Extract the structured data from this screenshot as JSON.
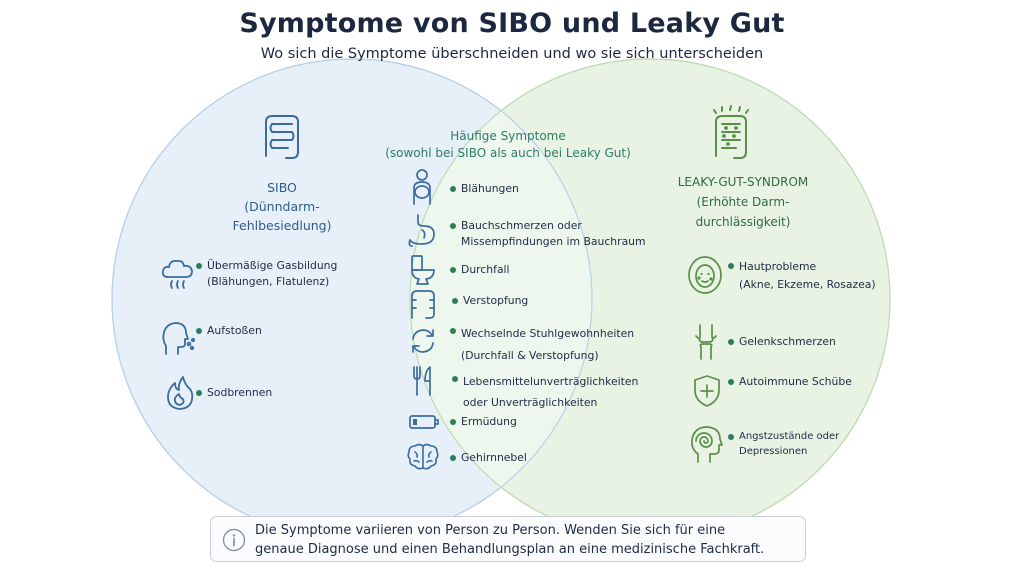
{
  "title": "Symptome von SIBO und Leaky Gut",
  "subtitle": "Wo sich die Symptome überschneiden und wo sie sich unterscheiden",
  "colors": {
    "left_circle": "#e7f0f9",
    "right_circle": "#e8f3e4",
    "overlap": "#eef7ee",
    "dot": "#2e7d5a"
  },
  "left": {
    "icon": "intestine-icon",
    "title_lines": [
      "SIBO",
      "(Dünndarm-",
      "Fehlbesiedlung)"
    ],
    "items": [
      {
        "icon": "gas-cloud-icon",
        "lines": [
          "Übermäßige Gasbildung",
          "(Blähungen, Flatulenz)"
        ]
      },
      {
        "icon": "burping-face-icon",
        "lines": [
          "Aufstoßen"
        ]
      },
      {
        "icon": "flame-icon",
        "lines": [
          "Sodbrennen"
        ]
      }
    ]
  },
  "center": {
    "title_lines": [
      "Häufige Symptome",
      "(sowohl bei SIBO als auch bei Leaky Gut)"
    ],
    "items": [
      {
        "icon": "bloated-person-icon",
        "lines": [
          "Blähungen"
        ]
      },
      {
        "icon": "stomach-icon",
        "lines": [
          "Bauchschmerzen oder",
          "Missempfindungen im Bauchraum"
        ]
      },
      {
        "icon": "toilet-icon",
        "lines": [
          "Durchfall"
        ]
      },
      {
        "icon": "colon-icon",
        "lines": [
          "Verstopfung"
        ]
      },
      {
        "icon": "cycle-arrows-icon",
        "lines": [
          "Wechselnde Stuhlgewohnheiten",
          "(Durchfall & Verstopfung)"
        ]
      },
      {
        "icon": "fork-knife-icon",
        "lines": [
          "Lebensmittelunverträglichkeiten",
          "oder Unverträglichkeiten"
        ]
      },
      {
        "icon": "low-battery-icon",
        "lines": [
          "Ermüdung"
        ]
      },
      {
        "icon": "brain-icon",
        "lines": [
          "Gehirnnebel"
        ]
      }
    ]
  },
  "right": {
    "icon": "leaky-intestine-icon",
    "title_lines": [
      "LEAKY-GUT-SYNDROM",
      "(Erhöhte Darm-",
      "durchlässigkeit)"
    ],
    "items": [
      {
        "icon": "face-skin-icon",
        "lines": [
          "Hautprobleme",
          "(Akne, Ekzeme, Rosazea)"
        ]
      },
      {
        "icon": "knee-joint-icon",
        "lines": [
          "Gelenkschmerzen"
        ]
      },
      {
        "icon": "shield-icon",
        "lines": [
          "Autoimmune Schübe"
        ]
      },
      {
        "icon": "anxious-head-icon",
        "lines": [
          "Angstzustände oder",
          "Depressionen"
        ]
      }
    ]
  },
  "note": {
    "icon": "info-icon",
    "lines": [
      "Die Symptome variieren von Person zu Person. Wenden Sie sich für eine",
      "genaue Diagnose und einen Behandlungsplan an eine medizinische Fachkraft."
    ]
  }
}
